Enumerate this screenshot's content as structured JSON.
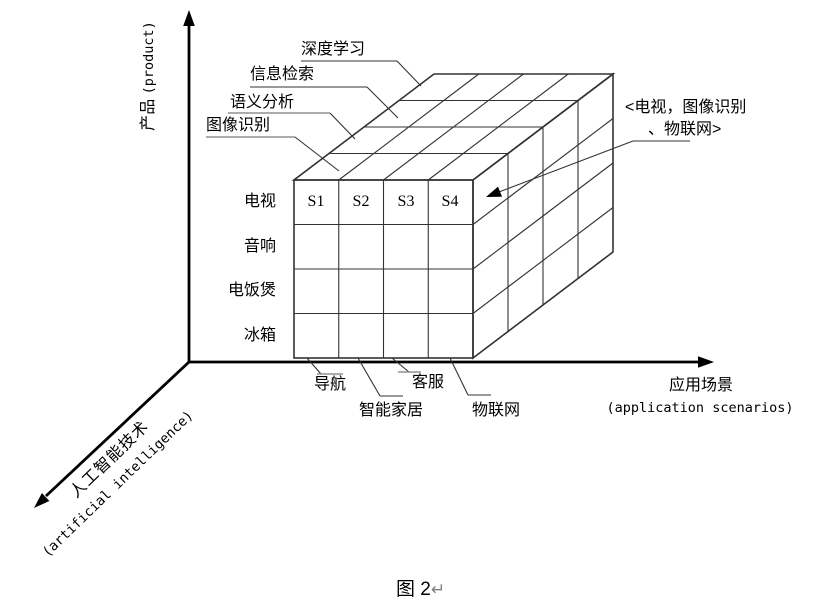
{
  "figure": {
    "caption": {
      "label": "图 2",
      "return_mark": "↵"
    },
    "axes": {
      "product": {
        "cn": "产品",
        "en": "(product)"
      },
      "scenario": {
        "cn": "应用场景",
        "en": "(application scenarios)"
      },
      "ai": {
        "cn": "人工智能技术",
        "en": "(artificial intelligence)"
      }
    },
    "tech_labels": [
      "深度学习",
      "信息检索",
      "语义分析",
      "图像识别"
    ],
    "product_labels": [
      "电视",
      "音响",
      "电饭煲",
      "冰箱"
    ],
    "scenario_labels": [
      "导航",
      "智能家居",
      "客服",
      "物联网"
    ],
    "cell_labels": [
      "S1",
      "S2",
      "S3",
      "S4"
    ],
    "annotation": {
      "line1": "<电视，图像识别",
      "line2": "、物联网>"
    },
    "colors": {
      "line": "#333333",
      "axis": "#000000",
      "gray_tick": "#909090",
      "return_mark": "#808080"
    }
  }
}
